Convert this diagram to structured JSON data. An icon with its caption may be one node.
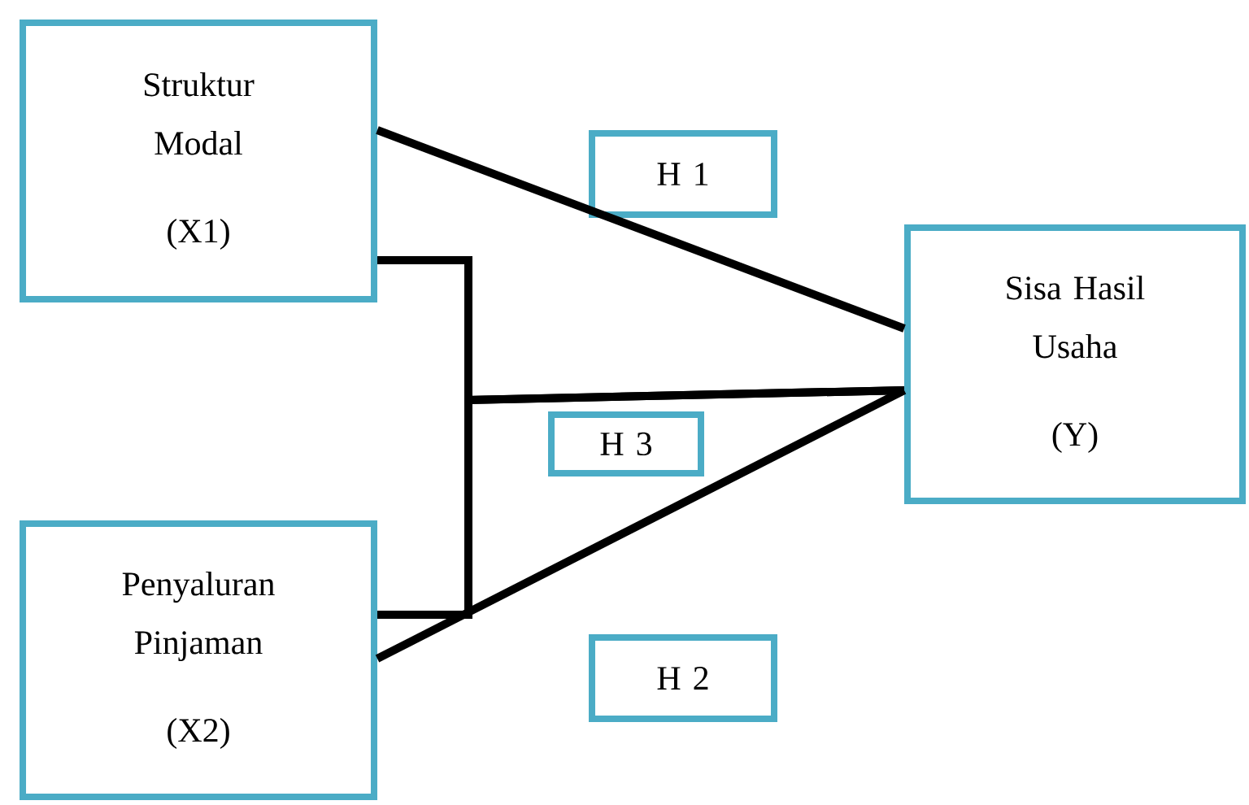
{
  "diagram": {
    "nodes": [
      {
        "text": [
          "Struktur Modal",
          "(X1)"
        ]
      },
      {
        "text": [
          "H 1"
        ]
      },
      {
        "text": [
          "Sisa Hasil Usaha",
          "(Y)"
        ]
      },
      {
        "text": [
          "H 3"
        ]
      },
      {
        "text": [
          "Penyaluran Pinjaman",
          "(X2)"
        ]
      },
      {
        "text": [
          "H 2"
        ]
      }
    ],
    "edges": [
      {
        "from": 0,
        "to": 2,
        "arrow": "none"
      },
      {
        "from": 4,
        "to": 2,
        "arrow": "none"
      },
      {
        "from": 0,
        "to": 2,
        "arrow": "none"
      },
      {
        "from": 4,
        "to": 2,
        "arrow": "none"
      }
    ]
  }
}
